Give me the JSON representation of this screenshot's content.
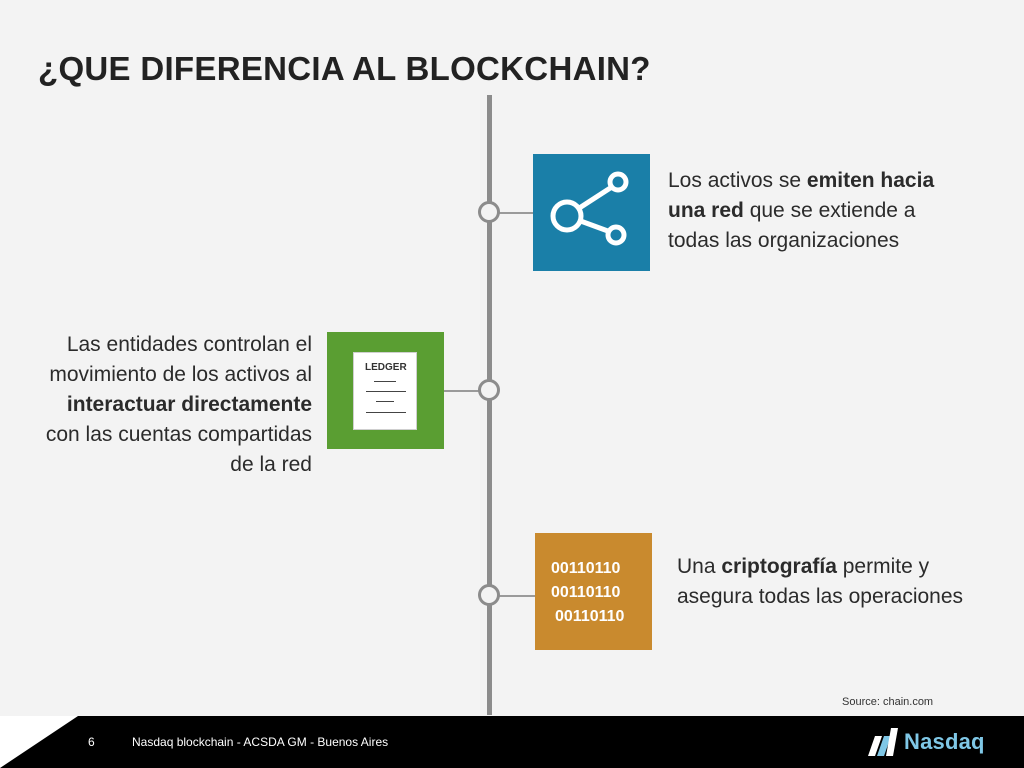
{
  "slide": {
    "title": "¿QUE DIFERENCIA AL BLOCKCHAIN?",
    "items": [
      {
        "icon": "share-network-icon",
        "color": "#1a7fa8",
        "text_parts": [
          "Los activos se ",
          "emiten hacia una red",
          " que se extiende a todas las organizaciones"
        ]
      },
      {
        "icon": "ledger-document-icon",
        "color": "#5a9e32",
        "icon_label": "LEDGER",
        "text_parts": [
          "Las entidades controlan el movimiento de los activos al ",
          "interactuar directamente",
          " con las cuentas compartidas de la red"
        ]
      },
      {
        "icon": "binary-code-icon",
        "color": "#c98a2e",
        "binary_lines": [
          "00110110",
          "00110110",
          "00110110"
        ],
        "text_parts": [
          "Una ",
          "criptografía",
          " permite y asegura todas las operaciones"
        ]
      }
    ],
    "source": "Source: chain.com"
  },
  "footer": {
    "page_number": "6",
    "text": "Nasdaq blockchain - ACSDA GM - Buenos Aires",
    "logo_text": "Nasdaq"
  }
}
